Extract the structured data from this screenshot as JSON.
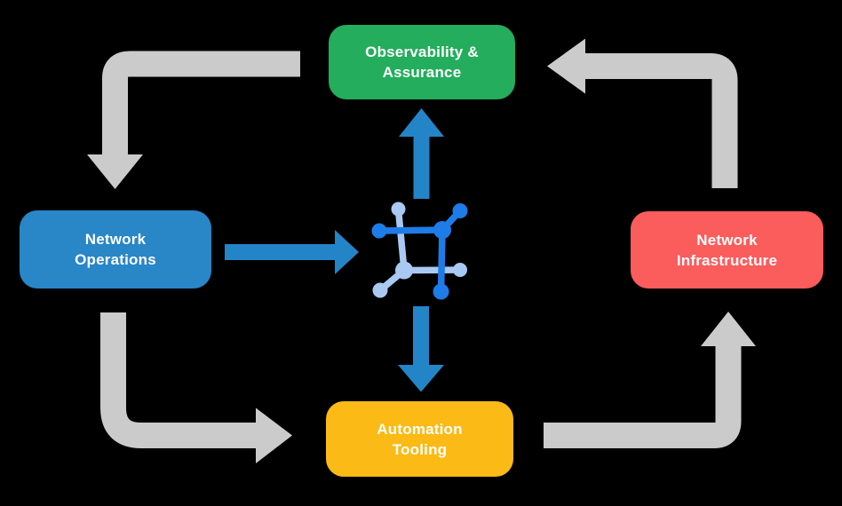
{
  "diagram": {
    "background": "#000000",
    "text_color": "#FFFFFF",
    "boxes": {
      "observability": {
        "lines": [
          "Observability &",
          "Assurance"
        ],
        "color": "#23AD5C"
      },
      "operations": {
        "lines": [
          "Network",
          "Operations"
        ],
        "color": "#2986C7"
      },
      "infrastructure": {
        "lines": [
          "Network",
          "Infrastructure"
        ],
        "color": "#FB5C5C"
      },
      "automation": {
        "lines": [
          "Automation",
          "Tooling"
        ],
        "color": "#FBBA16"
      }
    },
    "arrows": {
      "gray_color": "#CBCBCB",
      "blue_color": "#2385C8",
      "cycle_arrows": [
        {
          "name": "observability-to-operations",
          "shape": "left-then-down"
        },
        {
          "name": "operations-to-automation",
          "shape": "down-then-right"
        },
        {
          "name": "automation-to-infrastructure",
          "shape": "right-then-up"
        },
        {
          "name": "infrastructure-to-observability",
          "shape": "up-then-left"
        }
      ],
      "hub_arrows": [
        {
          "name": "operations-to-hub",
          "direction": "right"
        },
        {
          "name": "hub-to-observability",
          "direction": "up"
        },
        {
          "name": "hub-to-automation",
          "direction": "down"
        }
      ]
    },
    "hub_icon": {
      "name": "network-mesh-icon",
      "dark_color": "#1E7CE8",
      "light_color": "#A9C9F3"
    }
  }
}
